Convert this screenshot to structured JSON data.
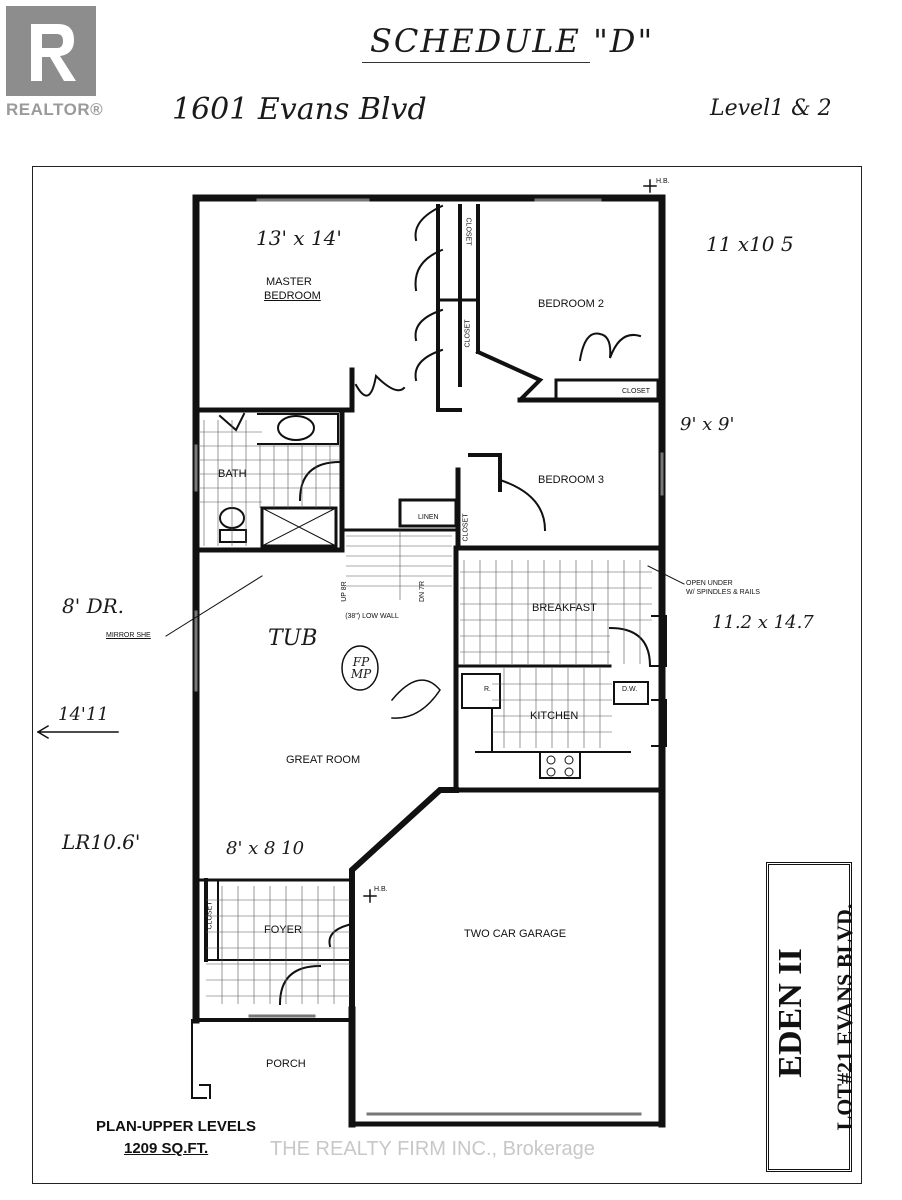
{
  "brand": {
    "logo_text": "REALTOR®"
  },
  "header": {
    "schedule": "SCHEDULE \"D\"",
    "address": "1601 Evans Blvd",
    "level": "Level1 & 2"
  },
  "handnotes": {
    "master_dims": "13' x 14'",
    "bed2_dims": "11 x10 5",
    "bed3_dims": "9' x 9'",
    "breakfast_dims": "11.2 x 14.7",
    "dr_note": "8' DR.",
    "width_note": "14'11",
    "tub_note": "TUB",
    "fp_note": "FP MP",
    "lr_note": "LR10.6'",
    "foyer_dims": "8' x 8 10"
  },
  "rooms": {
    "master": "MASTER",
    "master2": "BEDROOM",
    "bedroom2": "BEDROOM 2",
    "bedroom3": "BEDROOM 3",
    "bath": "BATH",
    "linen": "LINEN",
    "closet": "CLOSET",
    "breakfast": "BREAKFAST",
    "kitchen": "KITCHEN",
    "great_room": "GREAT ROOM",
    "foyer": "FOYER",
    "garage": "TWO CAR GARAGE",
    "porch": "PORCH",
    "fridge": "R.",
    "dw": "D.W.",
    "low_wall": "(38\") LOW WALL",
    "up": "UP 8R",
    "dn": "DN 7R",
    "open_under": "OPEN UNDER",
    "spindles": "W/ SPINDLES & RAILS",
    "hb": "H.B.",
    "mirror": "MIRROR SHE"
  },
  "plan": {
    "label": "PLAN-UPPER LEVELS",
    "sqft": "1209 SQ.FT."
  },
  "titleblock": {
    "model": "EDEN II",
    "lot": "LOT#21 EVANS BLVD."
  },
  "watermark": "THE REALTY FIRM INC., Brokerage"
}
